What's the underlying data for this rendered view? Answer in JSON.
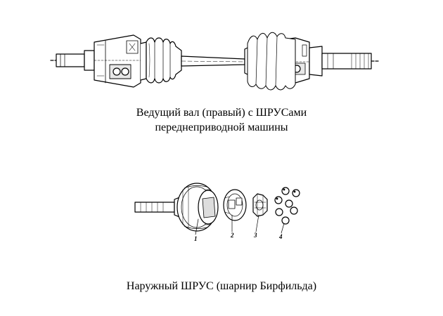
{
  "figure1": {
    "caption_line1": "Ведущий вал (правый) с ШРУСами",
    "caption_line2": "переднеприводной машины"
  },
  "figure2": {
    "caption": "Наружный ШРУС (шарнир Бирфильда)",
    "part_numbers": [
      "1",
      "2",
      "3",
      "4"
    ]
  }
}
